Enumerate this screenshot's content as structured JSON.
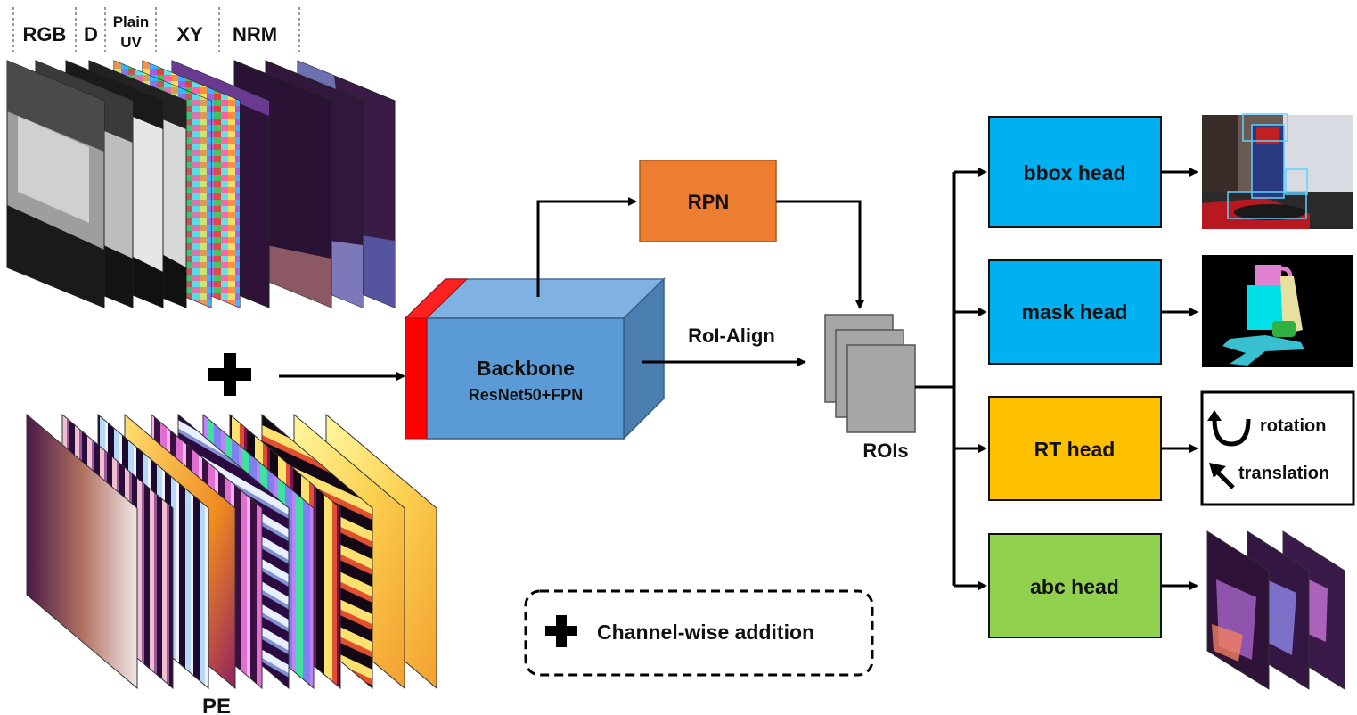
{
  "channel_labels": [
    "RGB",
    "D",
    "Plain",
    "UV",
    "XY",
    "NRM"
  ],
  "pe_label": "PE",
  "backbone": {
    "title": "Backbone",
    "subtitle": "ResNet50+FPN"
  },
  "rpn_label": "RPN",
  "roi_align_label": "RoI-Align",
  "rois_label": "ROIs",
  "heads": [
    {
      "label": "bbox head",
      "color": "#00B0F0"
    },
    {
      "label": "mask head",
      "color": "#00B0F0"
    },
    {
      "label": "RT head",
      "color": "#FFC000"
    },
    {
      "label": "abc head",
      "color": "#92D050"
    }
  ],
  "rt_output": {
    "rotation": "rotation",
    "translation": "translation"
  },
  "legend": {
    "text": "Channel-wise addition"
  },
  "colors": {
    "rpn": "#ED7D31",
    "backbone": "#5B9BD5",
    "backbone_side": "#FF0000",
    "roi": "#A6A6A6"
  }
}
